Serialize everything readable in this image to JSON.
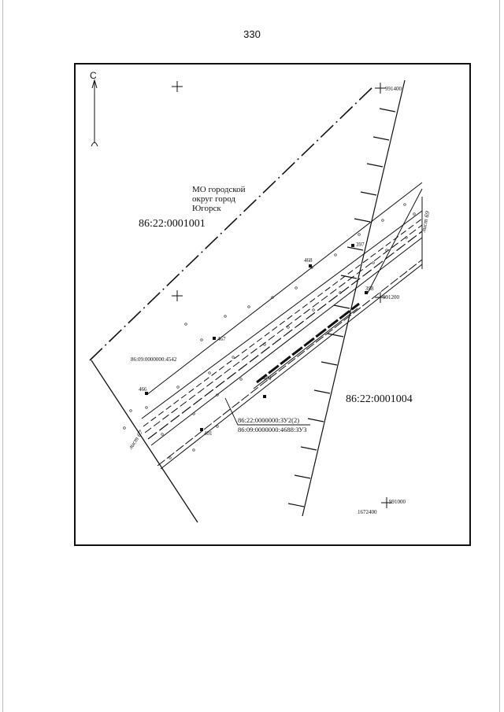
{
  "page_number": "330",
  "map": {
    "north_label": "С",
    "municipality_label": "МО городской округ город Югорск",
    "cadastral_quarters": {
      "upper_left": "86:22:0001001",
      "lower_right": "86:22:0001004"
    },
    "existing_parcel": "86:09:0000000:4542",
    "designed_parcel": {
      "line1": "86:22:0000000:ЗУ2(2)",
      "line2": "86:09:0000000:4688:ЗУ3"
    },
    "grid_coordinates": {
      "x_top": "991400",
      "x_mid": "991200",
      "x_bottom": "991000",
      "y_bottom": "1672400"
    },
    "points": [
      "468",
      "467",
      "466",
      "400",
      "401",
      "398",
      "397"
    ],
    "sheet_links": [
      "лист 69",
      "лист 67"
    ]
  }
}
